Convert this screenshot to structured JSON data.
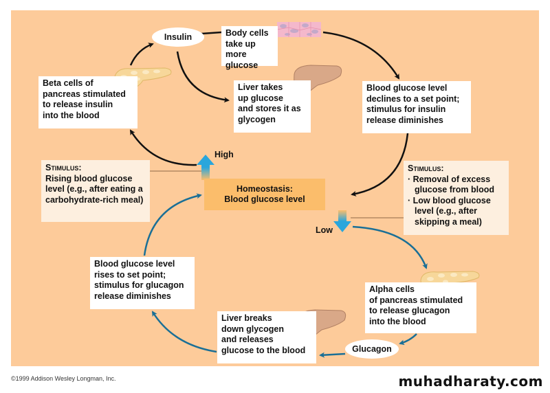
{
  "diagram": {
    "title": "Homeostasis: Blood glucose level",
    "center": {
      "line1": "Homeostasis:",
      "line2": "Blood glucose level",
      "high_label": "High",
      "low_label": "Low"
    },
    "ovals": {
      "insulin": "Insulin",
      "glucagon": "Glucagon"
    },
    "boxes": {
      "body_cells": "Body cells\ntake up more\nglucose",
      "liver_stores": "Liver takes\nup glucose\nand stores it as\nglycogen",
      "beta_cells": "Beta cells of\npancreas stimulated\nto release insulin\ninto the blood",
      "declines": "Blood glucose level\ndeclines to a set point;\nstimulus for insulin\nrelease diminishes",
      "rises": "Blood glucose level\nrises to set point;\nstimulus for glucagon\nrelease diminishes",
      "liver_breaks": "Liver breaks\ndown glycogen\nand releases\nglucose to the blood",
      "alpha_cells": "Alpha cells\nof pancreas stimulated\nto release glucagon\ninto the blood"
    },
    "stimulus_high": {
      "heading": "Stimulus:",
      "text": "Rising blood glucose level (e.g., after eating a carbohydrate-rich meal)"
    },
    "stimulus_low": {
      "heading": "Stimulus:",
      "items": [
        "Removal of excess\nglucose from blood",
        "Low blood glucose\nlevel (e.g., after\nskipping a meal)"
      ]
    },
    "images": [
      "body-cells-tissue",
      "liver",
      "pancreas",
      "pancreas",
      "liver"
    ],
    "colors": {
      "background": "#fdcb9a",
      "center_box": "#fbbd6b",
      "stimulus_box": "#fdefdf",
      "insulin_arrows": "#111111",
      "glucagon_arrows": "#1a6f96",
      "high_low_arrows": "#2aa6dc"
    }
  },
  "footer": {
    "copyright": "©1999 Addison Wesley Longman, Inc.",
    "watermark": "muhadharaty.com"
  }
}
